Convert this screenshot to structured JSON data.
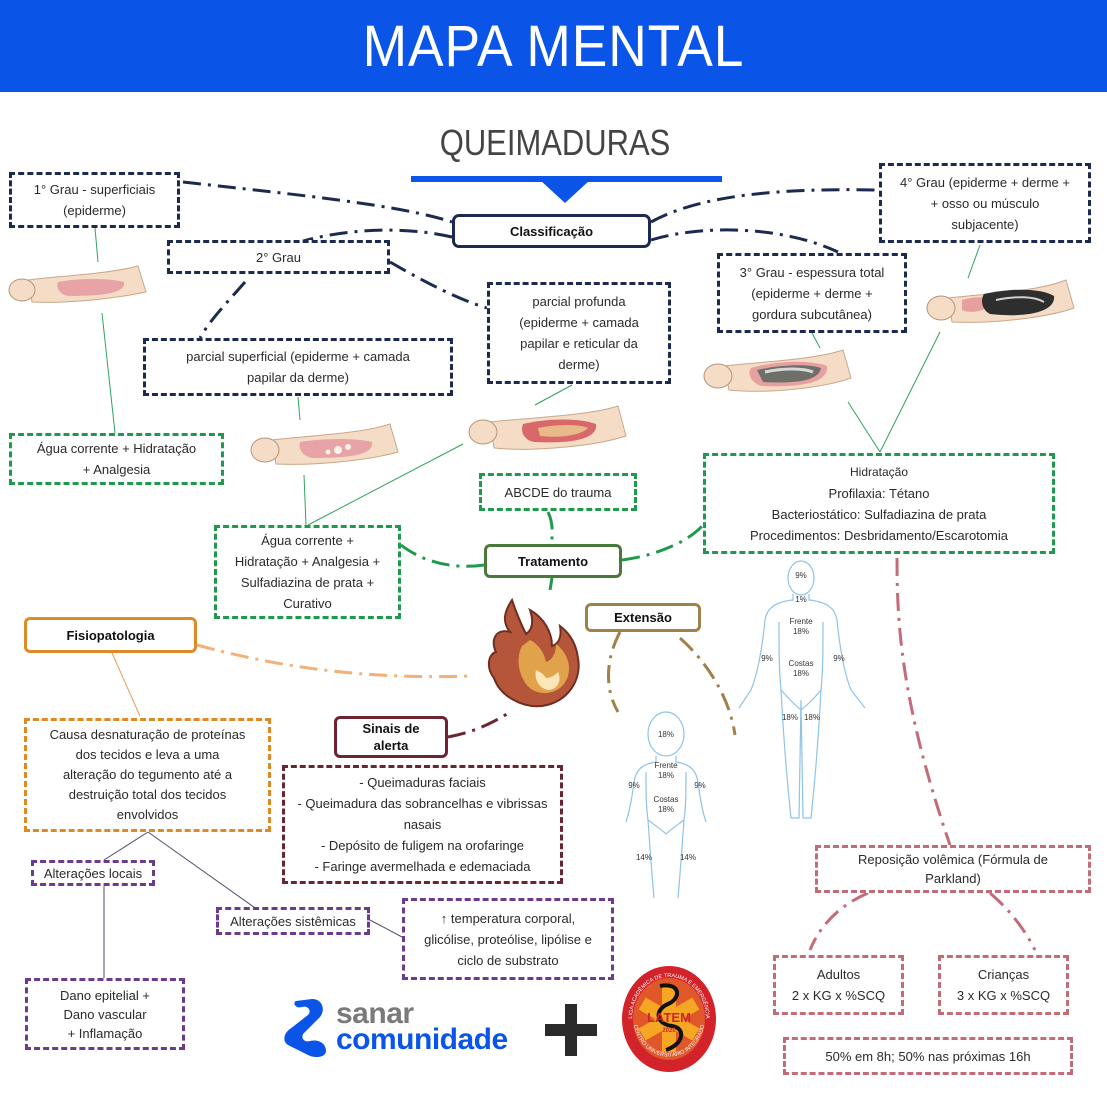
{
  "header": {
    "title": "MAPA MENTAL"
  },
  "topic": {
    "title": "QUEIMADURAS"
  },
  "colors": {
    "brand_blue": "#0a55e8",
    "classification": "#1b2a4e",
    "treatment": "#1f9a4d",
    "treatment_hub": "#4a7a3a",
    "physiopathology": "#e08a25",
    "alert_signs": "#6b2430",
    "extension": "#a0814a",
    "alterations": "#6c3a8e",
    "parkland": "#c46b78"
  },
  "classification": {
    "hub_label": "Classificação",
    "grade1": [
      "1° Grau - superficiais",
      "(epiderme)"
    ],
    "grade2": "2° Grau",
    "grade2_superficial": [
      "parcial superficial (epiderme + camada",
      "papilar da derme)"
    ],
    "grade2_deep": [
      "parcial profunda",
      "(epiderme + camada",
      "papilar e reticular da",
      "derme)"
    ],
    "grade3": [
      "3° Grau - espessura total",
      "(epiderme + derme +",
      "gordura subcutânea)"
    ],
    "grade4": [
      "4° Grau  (epiderme + derme +",
      "+ osso ou músculo",
      "subjacente)"
    ]
  },
  "treatment": {
    "hub_label": "Tratamento",
    "grade1_treatment": [
      "Água corrente +  Hidratação",
      "+ Analgesia"
    ],
    "grade2_treatment": [
      "Água corrente +",
      "Hidratação + Analgesia +",
      "Sulfadiazina de prata +",
      "Curativo"
    ],
    "abcde": "ABCDE do trauma",
    "grade3_4_treatment": [
      "Hidratação",
      "Profilaxia: Tétano",
      "Bacteriostático:  Sulfadiazina de prata",
      "Procedimentos: Desbridamento/Escarotomia"
    ]
  },
  "physiopathology": {
    "hub_label": "Fisiopatologia",
    "description": [
      "Causa desnaturação de proteínas",
      "dos tecidos e leva a uma",
      "alteração do tegumento até a",
      "destruição total dos tecidos",
      "envolvidos"
    ],
    "local_changes": "Alterações locais",
    "local_detail": [
      "Dano epitelial +",
      "Dano vascular",
      "+ Inflamação"
    ],
    "systemic_changes": "Alterações sistêmicas",
    "systemic_detail": [
      "↑ temperatura corporal,",
      "glicólise, proteólise, lipólise e",
      "ciclo de substrato"
    ]
  },
  "alert_signs": {
    "hub_label": [
      "Sinais de",
      "alerta"
    ],
    "items": [
      "- Queimaduras faciais",
      "- Queimadura das sobrancelhas e vibrissas",
      "nasais",
      "- Depósito de fuligem na orofaringe",
      "- Faringe avermelhada e edemaciada"
    ]
  },
  "extension": {
    "hub_label": "Extensão",
    "adult": {
      "head": "9%",
      "neck": "1%",
      "front": [
        "Frente",
        "18%"
      ],
      "back": [
        "Costas",
        "18%"
      ],
      "left_arm": "9%",
      "right_arm": "9%",
      "left_leg": "18%",
      "right_leg": "18%"
    },
    "child": {
      "head": "18%",
      "front": [
        "Frente",
        "18%"
      ],
      "back": [
        "Costas",
        "18%"
      ],
      "left_arm": "9%",
      "right_arm": "9%",
      "left_leg": "14%",
      "right_leg": "14%"
    }
  },
  "fluid_resuscitation": {
    "title": [
      "Reposição volêmica (Fórmula de",
      "Parkland)"
    ],
    "adults": [
      "Adultos",
      "2 x KG x %SCQ"
    ],
    "children": [
      "Crianças",
      "3 x KG x %SCQ"
    ],
    "schedule": "50% em 8h; 50% nas próximas 16h"
  },
  "logos": {
    "sanar_top": "sanar",
    "sanar_bottom": "comunidade",
    "latem_name": "LATEM",
    "latem_year": "2020",
    "latem_ring_top": "LIGA ACADÊMICA DE TRAUMA E EMERGÊNCIA",
    "latem_ring_bottom": "CENTRO UNIVERSITÁRIO INTEGRADO"
  }
}
